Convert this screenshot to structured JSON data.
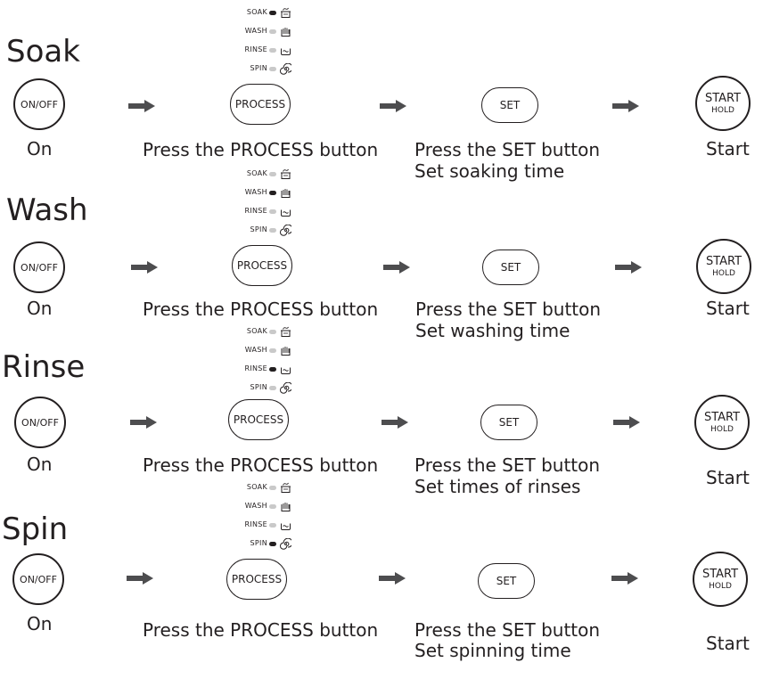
{
  "sections": [
    {
      "title": "Soak",
      "active_indicator": 0,
      "set_caption_line1": "Press the SET button",
      "set_caption_line2": "Set soaking  time"
    },
    {
      "title": "Wash",
      "active_indicator": 1,
      "set_caption_line1": "Press the SET button",
      "set_caption_line2": "Set washing time"
    },
    {
      "title": "Rinse",
      "active_indicator": 2,
      "set_caption_line1": "Press the SET button",
      "set_caption_line2": "Set times of rinses"
    },
    {
      "title": "Spin",
      "active_indicator": 3,
      "set_caption_line1": "Press the SET button",
      "set_caption_line2": "Set spinning time"
    }
  ],
  "indicators": [
    {
      "label": "SOAK",
      "icon": "soak-tub-icon"
    },
    {
      "label": "WASH",
      "icon": "wash-hand-icon"
    },
    {
      "label": "RINSE",
      "icon": "rinse-basin-icon"
    },
    {
      "label": "SPIN",
      "icon": "spin-spiral-icon"
    }
  ],
  "buttons": {
    "onoff_label": "ON/OFF",
    "process_label": "PROCESS",
    "set_label": "SET",
    "start_label": "START",
    "hold_label": "HOLD"
  },
  "captions": {
    "on": "On",
    "process": "Press the PROCESS button",
    "start": "Start"
  },
  "colors": {
    "ink": "#231f20",
    "arrow": "#4d4d4f",
    "inactive_dot": "#c9c9c9"
  }
}
